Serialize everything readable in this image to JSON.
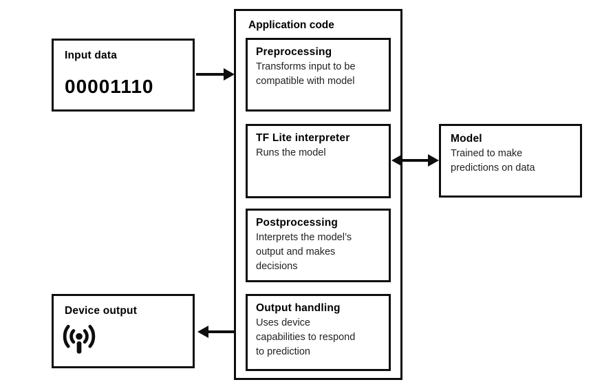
{
  "colors": {
    "line": "#0e0e0e",
    "background": "#ffffff",
    "heading_text": "#000000",
    "body_text": "#222222"
  },
  "input_box": {
    "title": "Input data",
    "value": "00001110"
  },
  "application": {
    "title": "Application code",
    "steps": [
      {
        "title": "Preprocessing",
        "description": "Transforms input to be\ncompatible with model"
      },
      {
        "title": "TF Lite interpreter",
        "description": "Runs the model"
      },
      {
        "title": "Postprocessing",
        "description": "Interprets the model’s\noutput and makes\ndecisions"
      },
      {
        "title": "Output handling",
        "description": "Uses device\ncapabilities to respond\nto prediction"
      }
    ]
  },
  "model_box": {
    "title": "Model",
    "description": "Trained to make\npredictions on data"
  },
  "device_box": {
    "title": "Device output",
    "icon": "broadcast-antenna-icon"
  },
  "arrows": [
    {
      "name": "input-to-application",
      "direction": "right"
    },
    {
      "name": "interpreter-to-model",
      "direction": "both"
    },
    {
      "name": "output-to-device",
      "direction": "left"
    }
  ]
}
